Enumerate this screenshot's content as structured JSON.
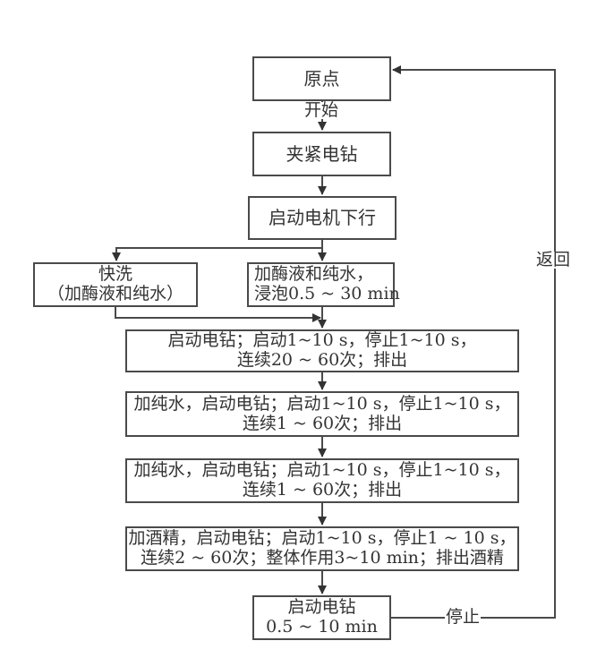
{
  "diagram": {
    "nodes": {
      "origin": {
        "lines": [
          "原点"
        ]
      },
      "clamp": {
        "lines": [
          "夹紧电钻"
        ]
      },
      "motor_down": {
        "lines": [
          "启动电机下行"
        ]
      },
      "quick_wash": {
        "lines": [
          "快洗",
          "（加酶液和纯水）"
        ]
      },
      "enzyme_soak": {
        "lines": [
          "加酶液和纯水，",
          "浸泡0.5 ~ 30 min"
        ]
      },
      "step1": {
        "lines": [
          "启动电钻；启动1~10 s，停止1~10 s，",
          "连续20 ~ 60次；排出"
        ]
      },
      "step2": {
        "lines": [
          "加纯水，启动电钻；启动1~10 s，停止1~10 s，",
          "连续1 ~ 60次；排出"
        ]
      },
      "step3": {
        "lines": [
          "加纯水，启动电钻；启动1~10 s，停止1~10 s，",
          "连续1 ~ 60次；排出"
        ]
      },
      "step4": {
        "lines": [
          "加酒精，启动电钻；启动1~10 s，停止1 ~ 10 s，",
          "连续2 ~ 60次；整体作用3~10 min；排出酒精"
        ]
      },
      "final": {
        "lines": [
          "启动电钻",
          "0.5 ~ 10 min"
        ]
      }
    },
    "edge_labels": {
      "start": "开始",
      "stop": "停止",
      "return": "返回"
    },
    "edges": [
      {
        "from": "origin",
        "to": "clamp",
        "label": "start"
      },
      {
        "from": "clamp",
        "to": "motor_down"
      },
      {
        "from": "motor_down",
        "to": "quick_wash"
      },
      {
        "from": "motor_down",
        "to": "enzyme_soak"
      },
      {
        "from": "quick_wash",
        "to": "step1"
      },
      {
        "from": "enzyme_soak",
        "to": "step1"
      },
      {
        "from": "step1",
        "to": "step2"
      },
      {
        "from": "step2",
        "to": "step3"
      },
      {
        "from": "step3",
        "to": "step4"
      },
      {
        "from": "step4",
        "to": "final"
      },
      {
        "from": "final",
        "to": "origin",
        "label": "stop"
      },
      {
        "from": "final",
        "to": "origin",
        "label": "return"
      }
    ],
    "colors": {
      "line": "#4a4a4a",
      "text": "#333333",
      "background": "#ffffff"
    }
  }
}
